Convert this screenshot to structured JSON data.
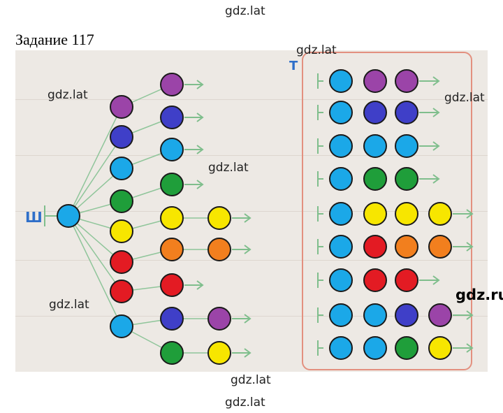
{
  "task_title": "Задание 117",
  "watermarks": {
    "top": "gdz.lat",
    "top_right": "gdz.lat",
    "right": "gdz.lat",
    "left_upper": "gdz.lat",
    "center": "gdz.lat",
    "left_lower": "gdz.lat",
    "bottom_1": "gdz.lat",
    "bottom_2": "gdz.lat",
    "gdz_ru": "gdz.ru"
  },
  "letters": {
    "sh": "Ш",
    "t": "Т"
  },
  "colors": {
    "blue": "#1ba8e8",
    "purple": "#9b44a8",
    "indigo": "#3f3fc8",
    "green": "#1f9e3a",
    "yellow": "#f7e600",
    "orange": "#f27f1e",
    "red": "#e31b23"
  },
  "left_tree": {
    "root": "blue",
    "level1": [
      "purple",
      "indigo",
      "blue",
      "green",
      "yellow",
      "red",
      "red",
      "blue"
    ],
    "level2": [
      {
        "parent": 0,
        "color": "purple",
        "end": true
      },
      {
        "parent": 1,
        "color": "indigo",
        "end": true
      },
      {
        "parent": 2,
        "color": "blue",
        "end": true
      },
      {
        "parent": 3,
        "color": "green",
        "end": true
      },
      {
        "parent": 4,
        "color": "yellow",
        "end": false,
        "next": "yellow"
      },
      {
        "parent": 5,
        "color": "orange",
        "end": false,
        "next": "orange"
      },
      {
        "parent": 6,
        "color": "red",
        "end": true
      },
      {
        "parent": 7,
        "color": "indigo",
        "end": false,
        "next": "purple"
      },
      {
        "parent": 7,
        "color": "green",
        "end": false,
        "next": "yellow"
      }
    ]
  },
  "right_words": [
    [
      "blue",
      "purple",
      "purple"
    ],
    [
      "blue",
      "indigo",
      "indigo"
    ],
    [
      "blue",
      "blue",
      "blue"
    ],
    [
      "blue",
      "green",
      "green"
    ],
    [
      "blue",
      "yellow",
      "yellow",
      "yellow"
    ],
    [
      "blue",
      "red",
      "orange",
      "orange"
    ],
    [
      "blue",
      "red",
      "red"
    ],
    [
      "blue",
      "blue",
      "indigo",
      "purple"
    ],
    [
      "blue",
      "blue",
      "green",
      "yellow"
    ]
  ]
}
